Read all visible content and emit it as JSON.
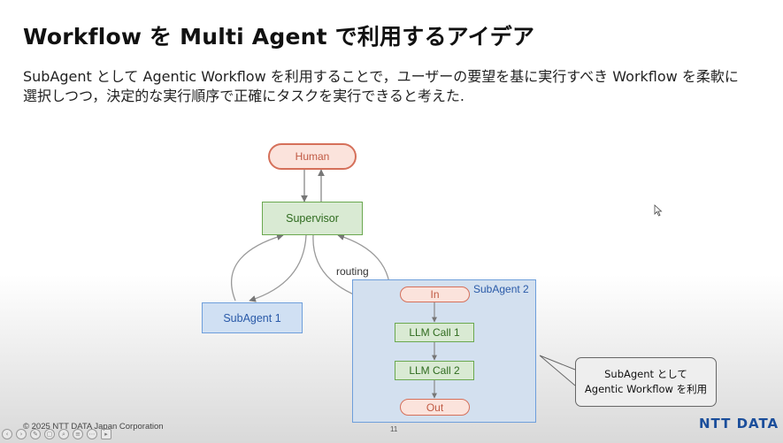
{
  "slide": {
    "title": "Workflow を Multi Agent で利用するアイデア",
    "description_lines": [
      "SubAgent として Agentic Workflow を利用することで，ユーザーの要望を基に実行すべき Workflow を柔軟に",
      "選択しつつ，決定的な実行順序で正確にタスクを実行できると考えた."
    ]
  },
  "diagram": {
    "human": "Human",
    "supervisor": "Supervisor",
    "subagent1": "SubAgent 1",
    "subagent2_label": "SubAgent 2",
    "routing": "routing",
    "in": "In",
    "llm_call_1": "LLM Call 1",
    "llm_call_2": "LLM Call 2",
    "out": "Out"
  },
  "callout": {
    "line1": "SubAgent として",
    "line2": "Agentic Workflow を利用"
  },
  "footer": {
    "copyright": "© 2025 NTT DATA Japan Corporation",
    "page_number": "11",
    "logo": "NTT DATA"
  },
  "toolbar": {
    "icons": [
      "prev-icon",
      "next-icon",
      "pen-icon",
      "copy-icon",
      "zoom-icon",
      "menu-icon",
      "more-icon",
      "record-icon"
    ]
  }
}
